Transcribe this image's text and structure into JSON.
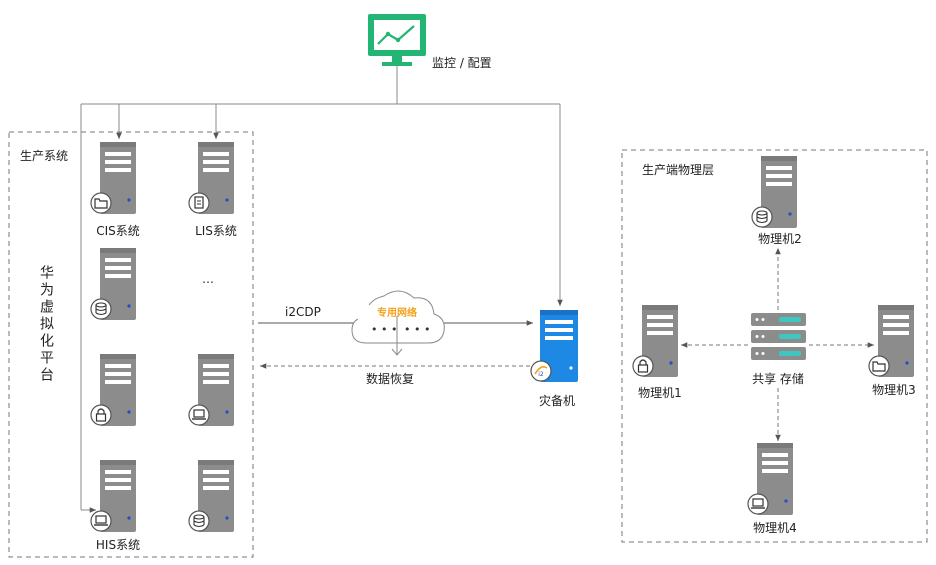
{
  "monitor": {
    "label": "监控 / 配置"
  },
  "production": {
    "title": "生产系统",
    "platform": "华为虚拟化平台",
    "servers": [
      {
        "label": "CIS系统",
        "icon": "folder-icon"
      },
      {
        "label": "LIS系统",
        "icon": "document-icon"
      },
      {
        "label": "",
        "icon": "database-icon"
      },
      {
        "label": "",
        "icon": "lock-icon"
      },
      {
        "label": "",
        "icon": "laptop-icon"
      },
      {
        "label": "HIS系统",
        "icon": "laptop-icon"
      },
      {
        "label": "",
        "icon": "database-icon"
      }
    ],
    "ellipsis": "…"
  },
  "links": {
    "replication": "i2CDP",
    "network": "专用网络",
    "recovery": "数据恢复",
    "cloud_dots": "• • •"
  },
  "backup": {
    "label": "灾备机"
  },
  "physical": {
    "title": "生产端物理层",
    "storage": "共享 存储",
    "machines": [
      {
        "label": "物理机1",
        "icon": "lock-icon"
      },
      {
        "label": "物理机2",
        "icon": "database-icon"
      },
      {
        "label": "物理机3",
        "icon": "folder-icon"
      },
      {
        "label": "物理机4",
        "icon": "laptop-icon"
      }
    ]
  },
  "colors": {
    "monitor_green": "#22b573",
    "server_gray": "#8c8c8c",
    "backup_blue": "#1e88e5",
    "storage_teal": "#3fc6c0",
    "cloud_orange": "#f2a21b",
    "line": "#8a8a8a"
  }
}
